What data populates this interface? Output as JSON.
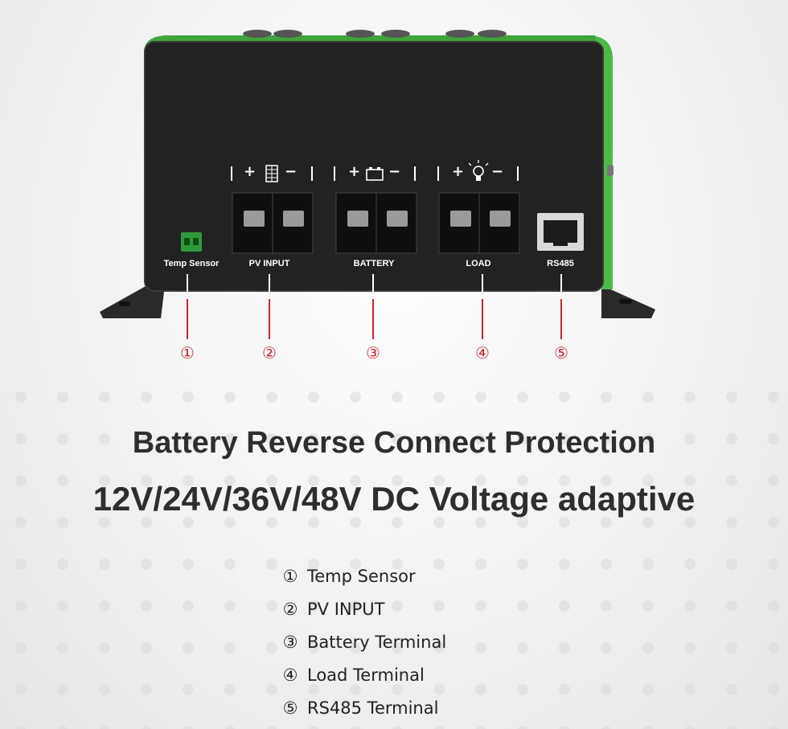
{
  "device": {
    "port_labels": [
      "Temp Sensor",
      "PV INPUT",
      "BATTERY",
      "LOAD",
      "RS485"
    ],
    "polarity_plus": "+",
    "polarity_minus": "−",
    "callout_numbers": [
      "①",
      "②",
      "③",
      "④",
      "⑤"
    ]
  },
  "headline": {
    "line1": "Battery Reverse Connect Protection",
    "line2": "12V/24V/36V/48V DC Voltage adaptive"
  },
  "legend": [
    {
      "num": "①",
      "text": "Temp Sensor"
    },
    {
      "num": "②",
      "text": "PV INPUT"
    },
    {
      "num": "③",
      "text": "Battery Terminal"
    },
    {
      "num": "④",
      "text": "Load Terminal"
    },
    {
      "num": "⑤",
      "text": "RS485 Terminal"
    }
  ],
  "colors": {
    "device_body": "#222222",
    "accent_green": "#4cbb46",
    "callout_red": "#c8262c",
    "heading_text": "#2e2e2e"
  },
  "icons": [
    "solar-panel-icon",
    "battery-icon",
    "bulb-icon"
  ]
}
